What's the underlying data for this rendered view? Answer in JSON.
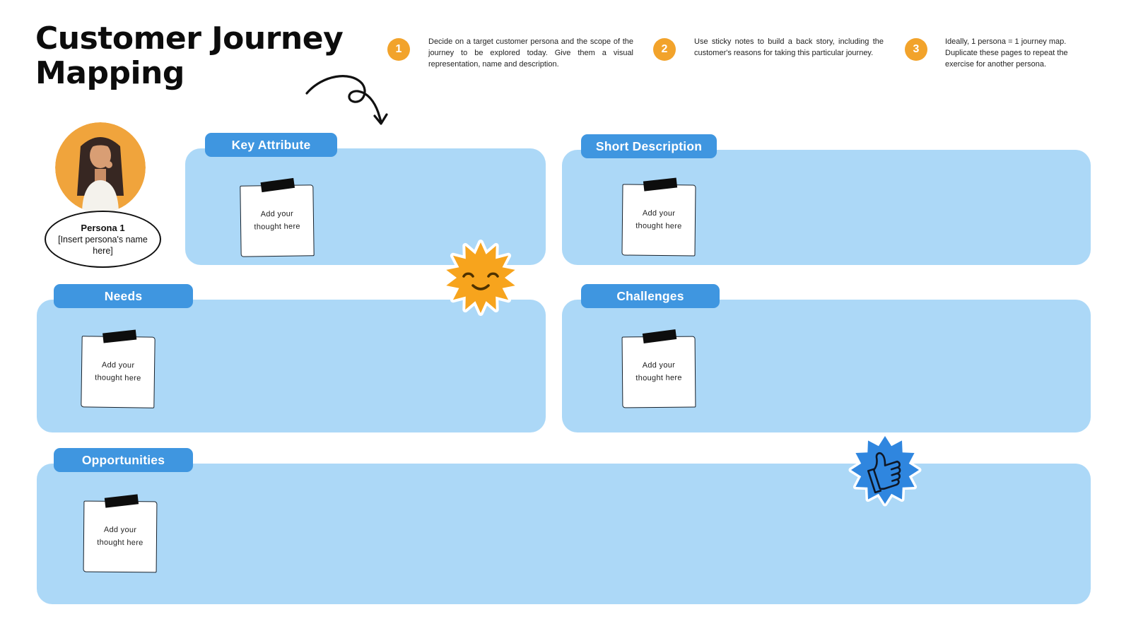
{
  "canvas": {
    "title": "Customer Journey Mapping"
  },
  "instructions": [
    {
      "number": "1",
      "text": "Decide on a target customer persona and the scope of the journey to be explored today. Give them a visual representation, name and description."
    },
    {
      "number": "2",
      "text": "Use sticky notes to build a back story, including the customer's reasons for taking this particular journey."
    },
    {
      "number": "3",
      "text": "Ideally, 1 persona = 1 journey map. Duplicate these pages to repeat the exercise for another persona."
    }
  ],
  "persona": {
    "name": "Persona 1",
    "name_placeholder": "[Insert persona's name here]",
    "photo": "woman-portrait-on-orange-circle"
  },
  "sections": {
    "key_attribute": {
      "label": "Key Attribute",
      "note": "Add your thought here"
    },
    "short_description": {
      "label": "Short Description",
      "note": "Add your thought here"
    },
    "needs": {
      "label": "Needs",
      "note": "Add your thought here"
    },
    "challenges": {
      "label": "Challenges",
      "note": "Add your thought here"
    },
    "opportunities": {
      "label": "Opportunities",
      "note": "Add your thought here"
    }
  },
  "stickers": {
    "sun": "smiling-sun-sticker",
    "thumbs_up": "thumbs-up-burst-sticker",
    "arrow": "curly-arrow-doodle"
  },
  "colors": {
    "panel_blue": "#ACD8F7",
    "tab_blue": "#3F96E0",
    "accent_orange": "#F2A32B",
    "sun_orange": "#F7A41D",
    "sticker_blue": "#2F86DF",
    "ink": "#111111"
  }
}
